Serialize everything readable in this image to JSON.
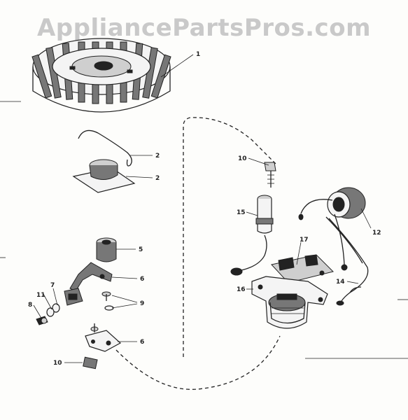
{
  "watermark": "AppliancePartsPros.com",
  "callouts": {
    "c1": "1",
    "c2a": "2",
    "c2b": "2",
    "c5": "5",
    "c6a": "6",
    "c6b": "6",
    "c7": "7",
    "c8": "8",
    "c9": "9",
    "c10a": "10",
    "c10b": "10",
    "c11": "11",
    "c12": "12",
    "c14": "14",
    "c15": "15",
    "c16": "16",
    "c17": "17"
  }
}
